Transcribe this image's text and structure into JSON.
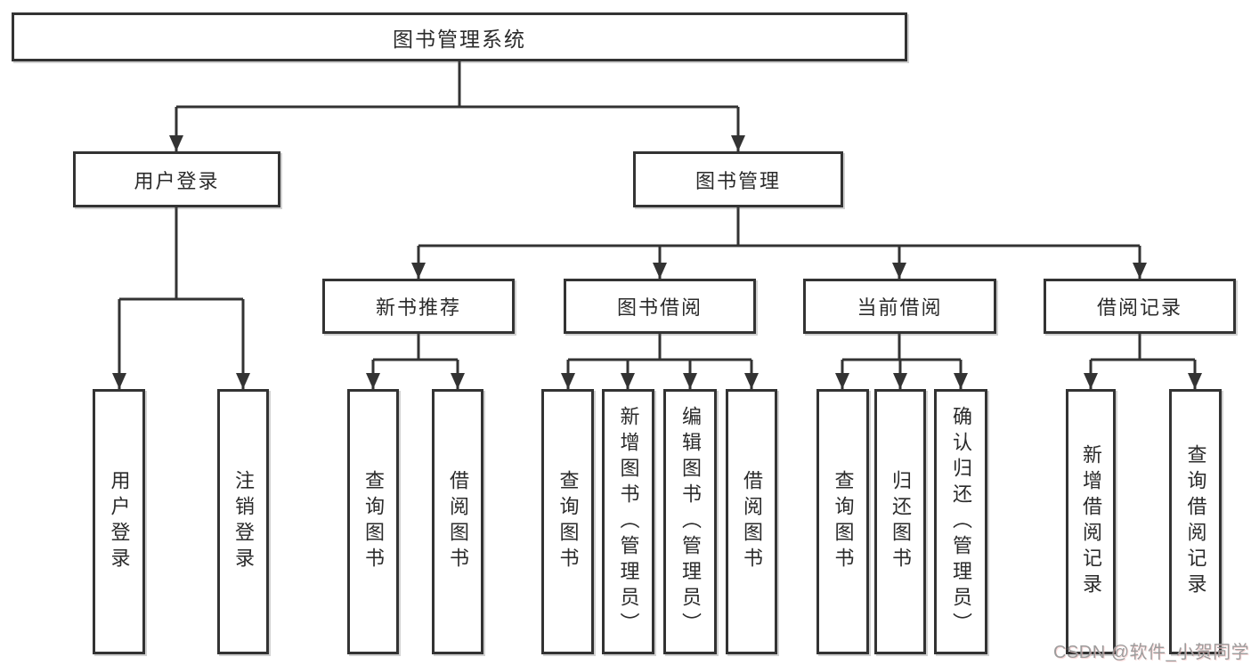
{
  "diagram": {
    "title": "图书管理系统",
    "root": {
      "label": "图书管理系统"
    },
    "level2": [
      {
        "label": "用户登录",
        "children": [
          {
            "label": "用户登录"
          },
          {
            "label": "注销登录"
          }
        ]
      },
      {
        "label": "图书管理",
        "children": [
          {
            "label": "新书推荐",
            "children": [
              {
                "label": "查询图书"
              },
              {
                "label": "借阅图书"
              }
            ]
          },
          {
            "label": "图书借阅",
            "children": [
              {
                "label": "查询图书"
              },
              {
                "label": "新增图书（管理员）"
              },
              {
                "label": "编辑图书（管理员）"
              },
              {
                "label": "借阅图书"
              }
            ]
          },
          {
            "label": "当前借阅",
            "children": [
              {
                "label": "查询图书"
              },
              {
                "label": "归还图书"
              },
              {
                "label": "确认归还（管理员）"
              }
            ]
          },
          {
            "label": "借阅记录",
            "children": [
              {
                "label": "新增借阅记录"
              },
              {
                "label": "查询借阅记录"
              }
            ]
          }
        ]
      }
    ]
  },
  "watermark": {
    "text": "CSDN @软件_小贺同学"
  },
  "colors": {
    "line": "#333333",
    "box_border": "#333333",
    "box_fill": "#ffffff",
    "text": "#2b2b2b",
    "watermark_text": "#9c9c9c"
  }
}
